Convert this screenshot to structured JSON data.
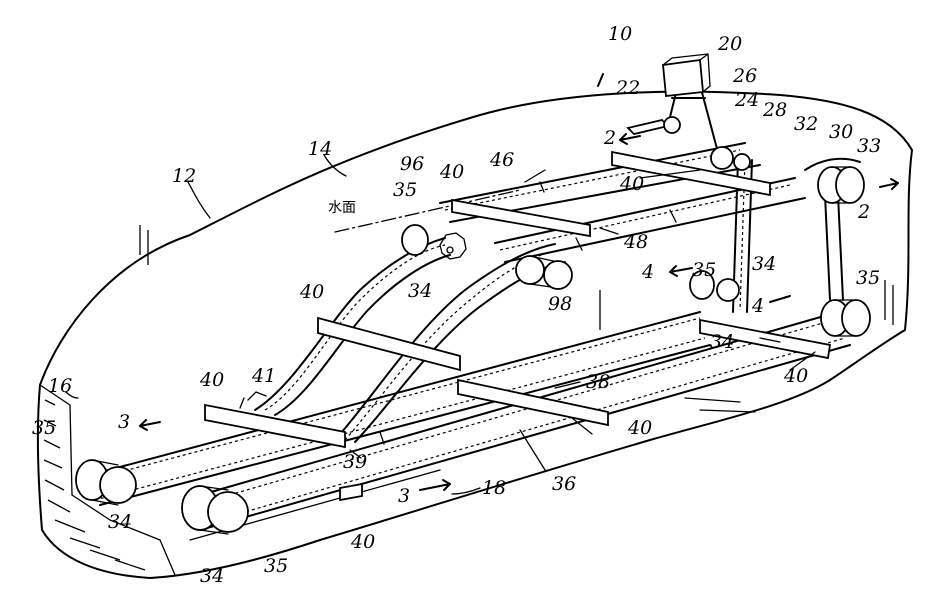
{
  "figure": {
    "refs": {
      "r10": "10",
      "r12": "12",
      "r14": "14",
      "r16": "16",
      "r18": "18",
      "r20": "20",
      "r22": "22",
      "r24": "24",
      "r26": "26",
      "r28": "28",
      "r30": "30",
      "r32": "32",
      "r33": "33",
      "r34a": "34",
      "r34b": "34",
      "r34c": "34",
      "r34d": "34",
      "r34e": "34",
      "r35a": "35",
      "r35b": "35",
      "r35c": "35",
      "r35d": "35",
      "r35e": "35",
      "r36": "36",
      "r38": "38",
      "r39": "39",
      "r40a": "40",
      "r40b": "40",
      "r40c": "40",
      "r40d": "40",
      "r40e": "40",
      "r40f": "40",
      "r40g": "40",
      "r41": "41",
      "r46": "46",
      "r48": "48",
      "r96": "96",
      "r98": "98",
      "sec2a": "2",
      "sec2b": "2",
      "sec3a": "3",
      "sec3b": "3",
      "sec4a": "4",
      "sec4b": "4"
    },
    "water_surface_label": "水面"
  }
}
